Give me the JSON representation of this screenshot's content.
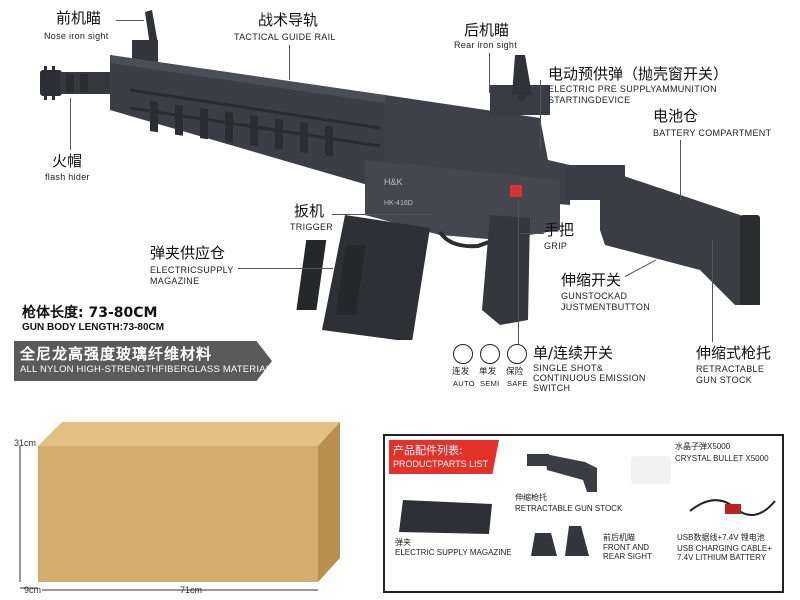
{
  "labels": {
    "front_sight": {
      "cn": "前机瞄",
      "en": "Nose iron sight"
    },
    "rail": {
      "cn": "战术导轨",
      "en": "TACTICAL GUIDE RAIL"
    },
    "rear_sight": {
      "cn": "后机瞄",
      "en": "Rear iron sight"
    },
    "feed": {
      "cn": "电动预供弹（抛壳窗开关）",
      "en1": "ELECTRIC PRE SUPPLYAMMUNITION",
      "en2": "STARTINGDEVICE"
    },
    "battery": {
      "cn": "电池仓",
      "en": "BATTERY COMPARTMENT"
    },
    "flash_hider": {
      "cn": "火帽",
      "en": "flash hider"
    },
    "trigger": {
      "cn": "扳机",
      "en": "TRIGGER"
    },
    "grip": {
      "cn": "手把",
      "en": "GRIP"
    },
    "magazine": {
      "cn": "弹夹供应仓",
      "en1": "ELECTRICSUPPLY",
      "en2": "MAGAZINE"
    },
    "stock_button": {
      "cn": "伸缩开关",
      "en1": "GUNSTOCKAD",
      "en2": "JUSTMENTBUTTON"
    },
    "fire_switch": {
      "cn": "单/连续开关",
      "en1": "SINGLE SHOT&",
      "en2": "CONTINUOUS EMISSION",
      "en3": "SWITCH"
    },
    "retract_stock": {
      "cn": "伸缩式枪托",
      "en1": "RETRACTABLE",
      "en2": "GUN STOCK"
    }
  },
  "length": {
    "cn": "枪体长度: 73-80CM",
    "en": "GUN BODY LENGTH:73-80CM"
  },
  "material": {
    "cn": "全尼龙高强度玻璃纤维材料",
    "en": "ALL NYLON HIGH-STRENGTHFIBERGLASS MATERIAL"
  },
  "modes": [
    {
      "cn": "连发",
      "en": "AUTO"
    },
    {
      "cn": "单发",
      "en": "SEMI"
    },
    {
      "cn": "保险",
      "en": "SAFE"
    }
  ],
  "receiver_marks": {
    "logo": "H&K",
    "model": "HK-416D"
  },
  "box": {
    "height": "31cm",
    "depth": "9cm",
    "width": "71cm"
  },
  "parts": {
    "title_cn": "产品配件列表:",
    "title_en": "PRODUCTPARTS LIST",
    "stock_cn": "伸缩枪托",
    "stock_en": "RETRACTABLE GUN STOCK",
    "crystal_cn": "水晶子弹X5000",
    "crystal_en": "CRYSTAL BULLET X5000",
    "mag_cn": "弹夹",
    "mag_en": "ELECTRIC SUPPLY MAGAZINE",
    "sights_cn": "前后机瞄",
    "sights_en1": "FRONT AND",
    "sights_en2": "REAR SIGHT",
    "usb_cn": "USB数据线+7.4V 锂电池",
    "usb_en1": "USB CHARGING CABLE+",
    "usb_en2": "7.4V LITHIUM BATTERY"
  },
  "colors": {
    "gun": "#3b3e44",
    "gun_light": "#55595f",
    "banner": "#5a5a5a",
    "accent": "#e4322b",
    "box": "#d2ad6b"
  }
}
